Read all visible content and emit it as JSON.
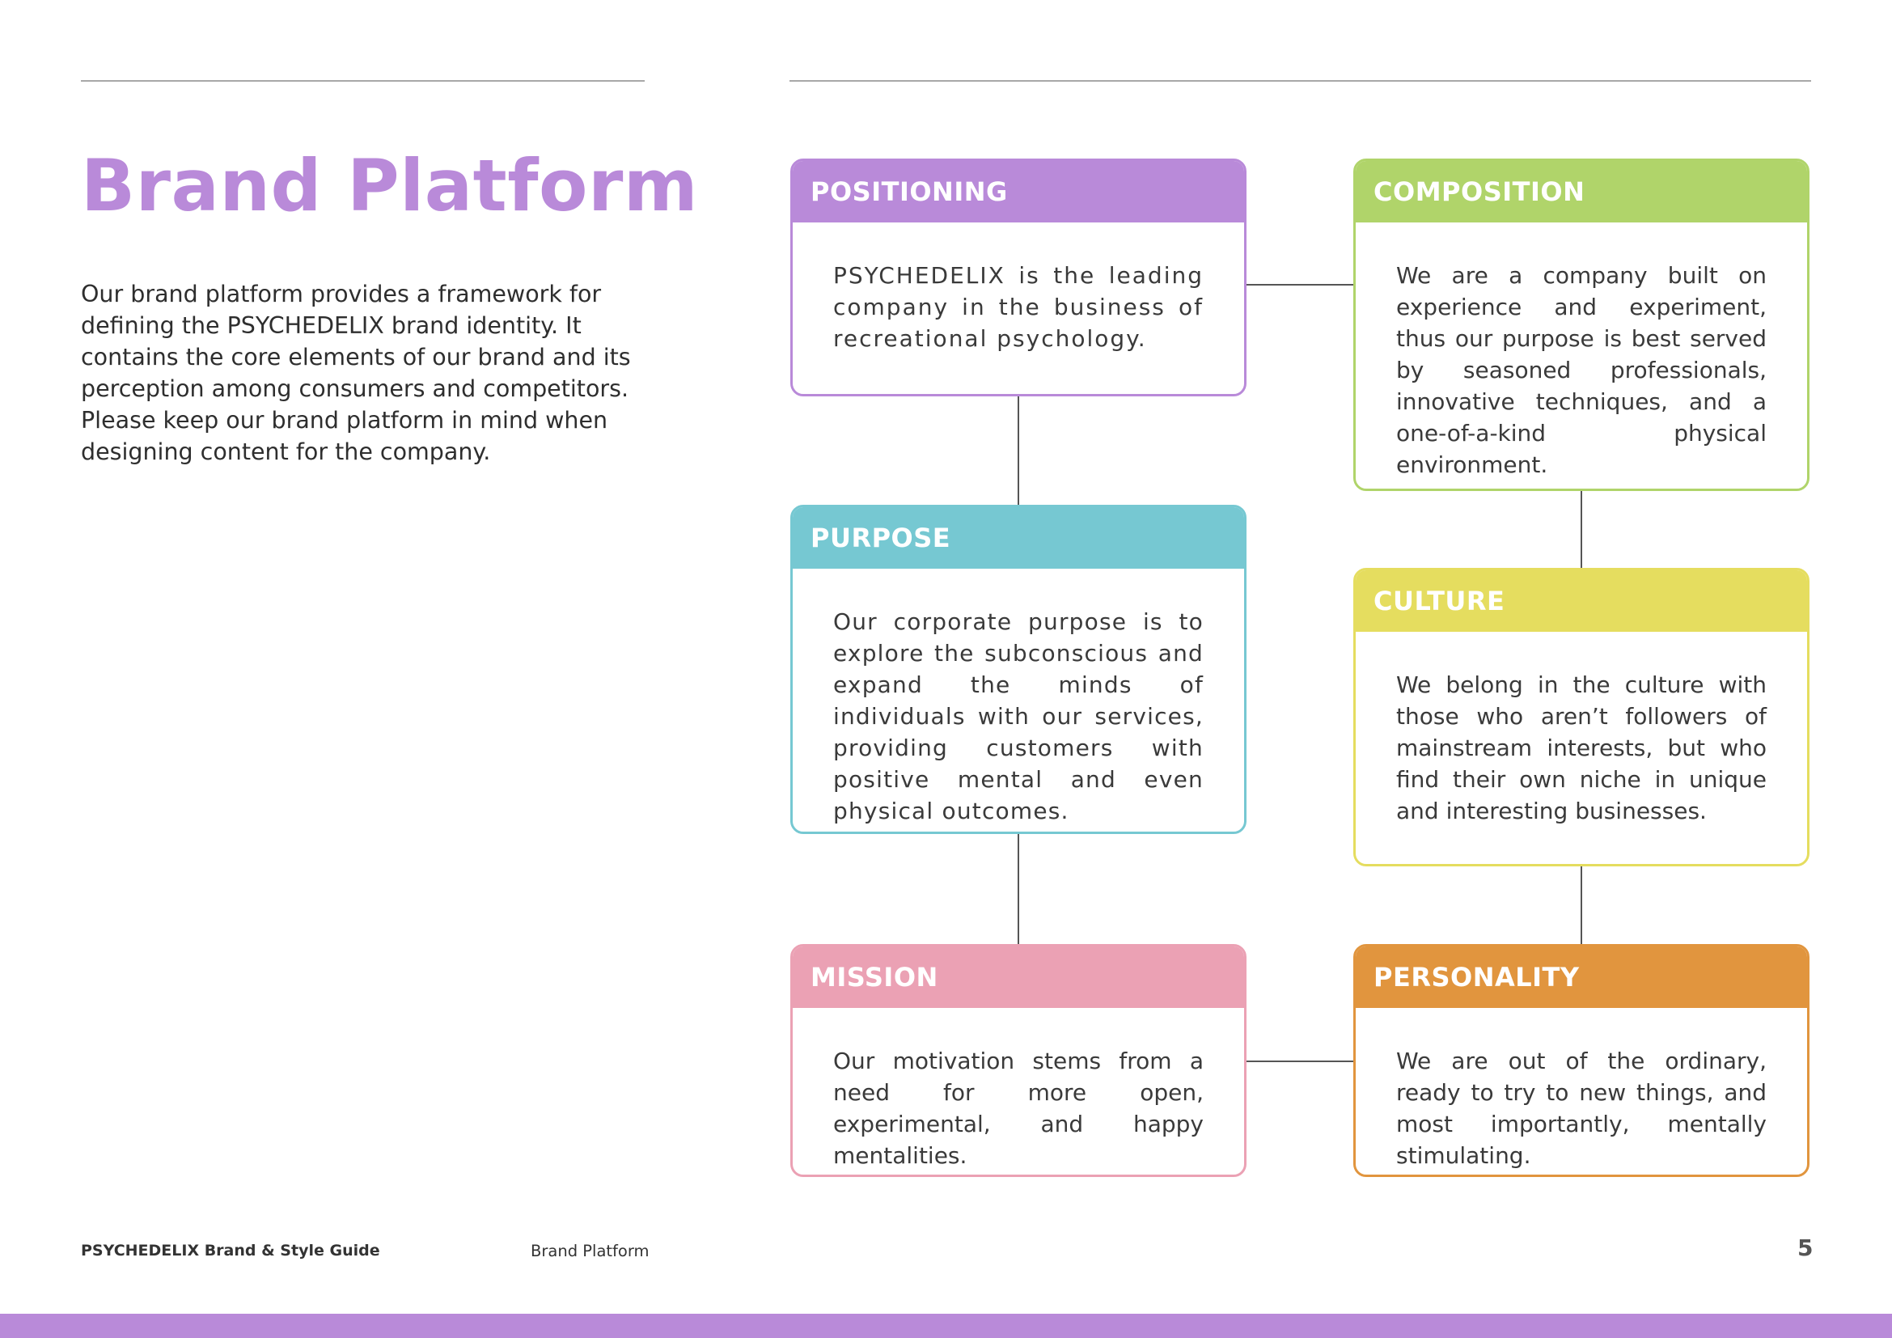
{
  "header": {
    "title": "Brand Platform",
    "intro": "Our brand platform provides a framework for defining the PSYCHEDELIX brand identity. It contains the core elements of our brand and its perception among consumers and competitors. Please keep our brand platform in mind when designing content for the company."
  },
  "boxes": {
    "positioning": {
      "title": "POSITIONING",
      "text": "PSYCHEDELIX is the leading company in the business of recreational psychology.",
      "color": "#b98ad9"
    },
    "composition": {
      "title": "COMPOSITION",
      "text": "We are a company built on experience and experiment, thus our purpose is best served by seasoned professionals, innovative techniques, and a one-of-a-kind physical environment.",
      "color": "#b0d46a"
    },
    "purpose": {
      "title": "PURPOSE",
      "text": "Our corporate purpose is to explore the subconscious and expand the minds of individuals with our services, providing customers with positive mental and even physical outcomes.",
      "color": "#76c8d2"
    },
    "culture": {
      "title": "CULTURE",
      "text": "We belong in the culture with those who aren’t followers of mainstream interests, but who find their own niche in unique and interesting businesses.",
      "color": "#e5dd5f"
    },
    "mission": {
      "title": "MISSION",
      "text": "Our motivation stems from a need for more open, experimental, and happy mentalities.",
      "color": "#eba1b4"
    },
    "personality": {
      "title": "PERSONALITY",
      "text": "We are out of the ordinary, ready to try to new things, and most importantly, mentally stimulating.",
      "color": "#e1953e"
    }
  },
  "footer": {
    "brand": "PSYCHEDELIX Brand & Style Guide",
    "section": "Brand Platform",
    "page_number": "5"
  },
  "colors": {
    "accent": "#b98ad9"
  }
}
